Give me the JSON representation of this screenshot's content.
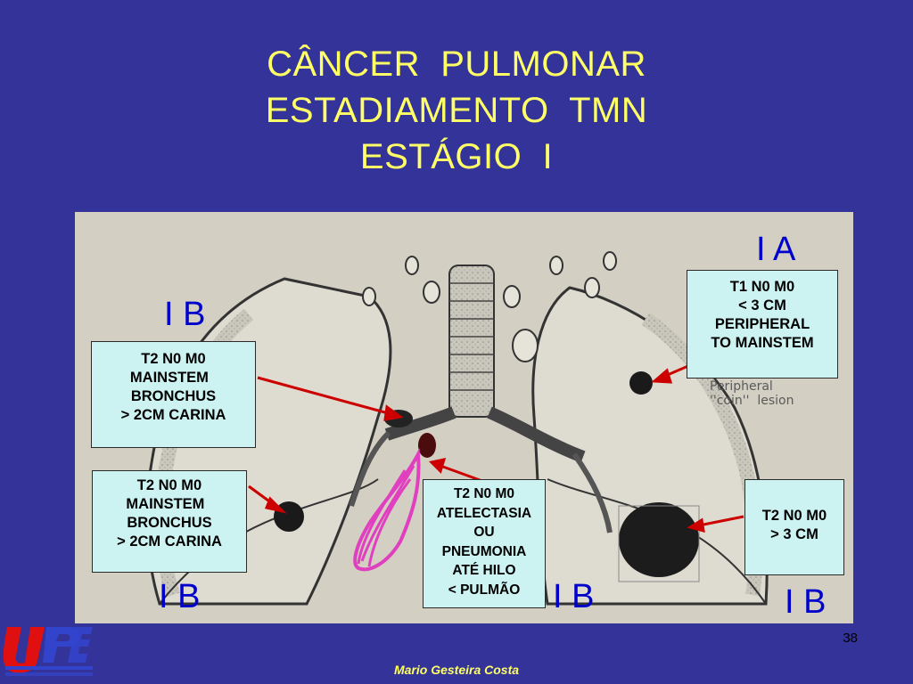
{
  "title": {
    "line1": "CÂNCER  PULMONAR",
    "line2": "ESTADIAMENTO  TMN",
    "line3": "ESTÁGIO  I"
  },
  "stages": {
    "ia": "I A",
    "ib_top_left": "I B",
    "ib_bottom_left": "I B",
    "ib_center": "I B",
    "ib_bottom_right": "I B"
  },
  "boxes": {
    "t1_peripheral": {
      "lines": [
        "T1 N0 M0",
        "< 3 CM",
        "PERIPHERAL",
        "TO MAINSTEM"
      ]
    },
    "t2_mainstem_upper": {
      "lines": [
        "T2 N0 M0",
        "MAINSTEM  ",
        "BRONCHUS",
        "> 2CM CARINA"
      ]
    },
    "t2_mainstem_lower": {
      "lines": [
        "T2 N0 M0",
        "MAINSTEM  ",
        "BRONCHUS",
        "> 2CM CARINA"
      ]
    },
    "t2_atelectasia": {
      "lines": [
        "T2 N0 M0",
        "ATELECTASIA",
        "OU",
        "PNEUMONIA",
        "ATÉ HILO",
        "< PULMÃO"
      ]
    },
    "t2_size": {
      "lines": [
        "T2 N0 M0",
        "> 3 CM"
      ]
    }
  },
  "handwritten_note": "Peripheral\n''coin''  lesion",
  "page_number": "38",
  "author": "Mario Gesteira Costa",
  "colors": {
    "background": "#333399",
    "title": "#ffff66",
    "stage_label": "#0000cc",
    "box_fill": "#ccf2f2",
    "arrow": "#cc0000",
    "atelectasis": "#e040c0"
  }
}
